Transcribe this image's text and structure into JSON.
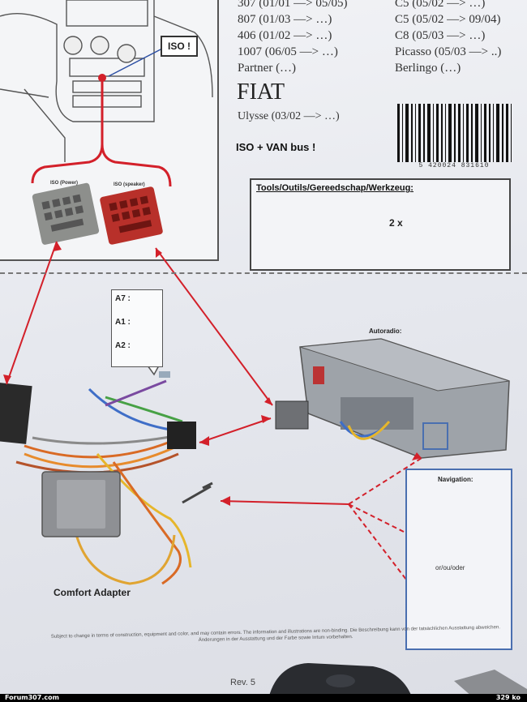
{
  "iso_tag": "ISO !",
  "iso_connectors": {
    "power": "ISO (Power)",
    "speaker": "ISO (speaker)"
  },
  "models_col1": [
    "307 (01/01 —> 05/05)",
    "807 (01/03 —> …)",
    "406 (01/02 —> …)",
    "1007 (06/05 —> …)",
    "Partner (…)"
  ],
  "models_col2": [
    "C5 (05/02 —> …)",
    "C5 (05/02 —> 09/04)",
    "C8 (05/03 —> …)",
    "Picasso (05/03 —> ..)",
    "Berlingo (…)"
  ],
  "brand": "FIAT",
  "fiat_model": "Ulysse (03/02 —> …)",
  "bus_note": "ISO + VAN bus !",
  "barcode_number": "5 420024 831610",
  "tools": {
    "title": "Tools/Outils/Gereedschap/Werkzeug:",
    "quantity": "2 x"
  },
  "legend": [
    {
      "code": "A7 :"
    },
    {
      "code": "A1 :"
    },
    {
      "code": "A2 :"
    }
  ],
  "autoradio_label": "Autoradio:",
  "navigation_label": "Navigation:",
  "or_label": "or/ou/oder",
  "comfort_label": "Comfort Adapter",
  "fine_print": "Subject to change in terms of construction, equipment and color, and may contain errors. The information and illustrations are non-binding. Die Beschreibung kann von der tatsächlichen Ausstattung abweichen. Änderungen in der Ausstattung und der Farbe sowie Irrtum vorbehalten.",
  "revision": "Rev. 5",
  "footer": {
    "left": "Forum307.com",
    "right": "329 ko"
  },
  "colors": {
    "arrow": "#d3202a",
    "nav_border": "#4a6fb0"
  }
}
